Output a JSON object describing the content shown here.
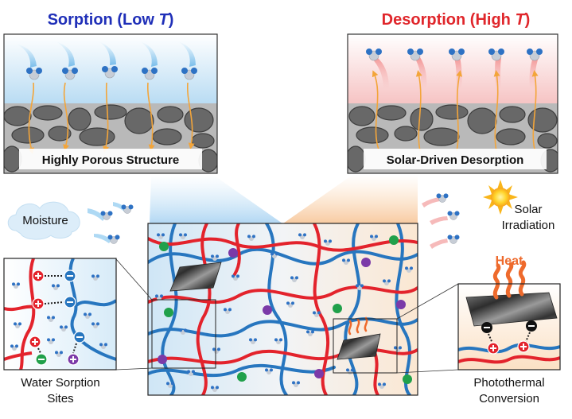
{
  "sorption": {
    "title_prefix": "Sorption (Low ",
    "title_var": "T",
    "title_suffix": ")",
    "label": "Highly Porous Structure"
  },
  "desorption": {
    "title_prefix": "Desorption (High ",
    "title_var": "T",
    "title_suffix": ")",
    "label": "Solar-Driven Desorption"
  },
  "labels": {
    "moisture": "Moisture",
    "solar_line1": "Solar",
    "solar_line2": "Irradiation",
    "heat": "Heat",
    "water_line1": "Water Sorption",
    "water_line2": "Sites",
    "photo_line1": "Photothermal",
    "photo_line2": "Conversion"
  },
  "colors": {
    "sorption_title": "#1f2fb8",
    "desorption_title": "#e0262b",
    "heat": "#ee6a2c",
    "chain_red": "#e3232c",
    "chain_blue": "#2776bf",
    "water_blue": "#2e72c4",
    "ion_green": "#20a04a",
    "ion_purple": "#7b3aa8",
    "arrow_orange": "#f3a53a",
    "pore_grey": "#6d6d6d",
    "pore_dark": "#3f3f3f"
  },
  "icons": {
    "sun": "sun-icon",
    "cloud": "cloud-icon",
    "molecule": "water-molecule-icon"
  }
}
